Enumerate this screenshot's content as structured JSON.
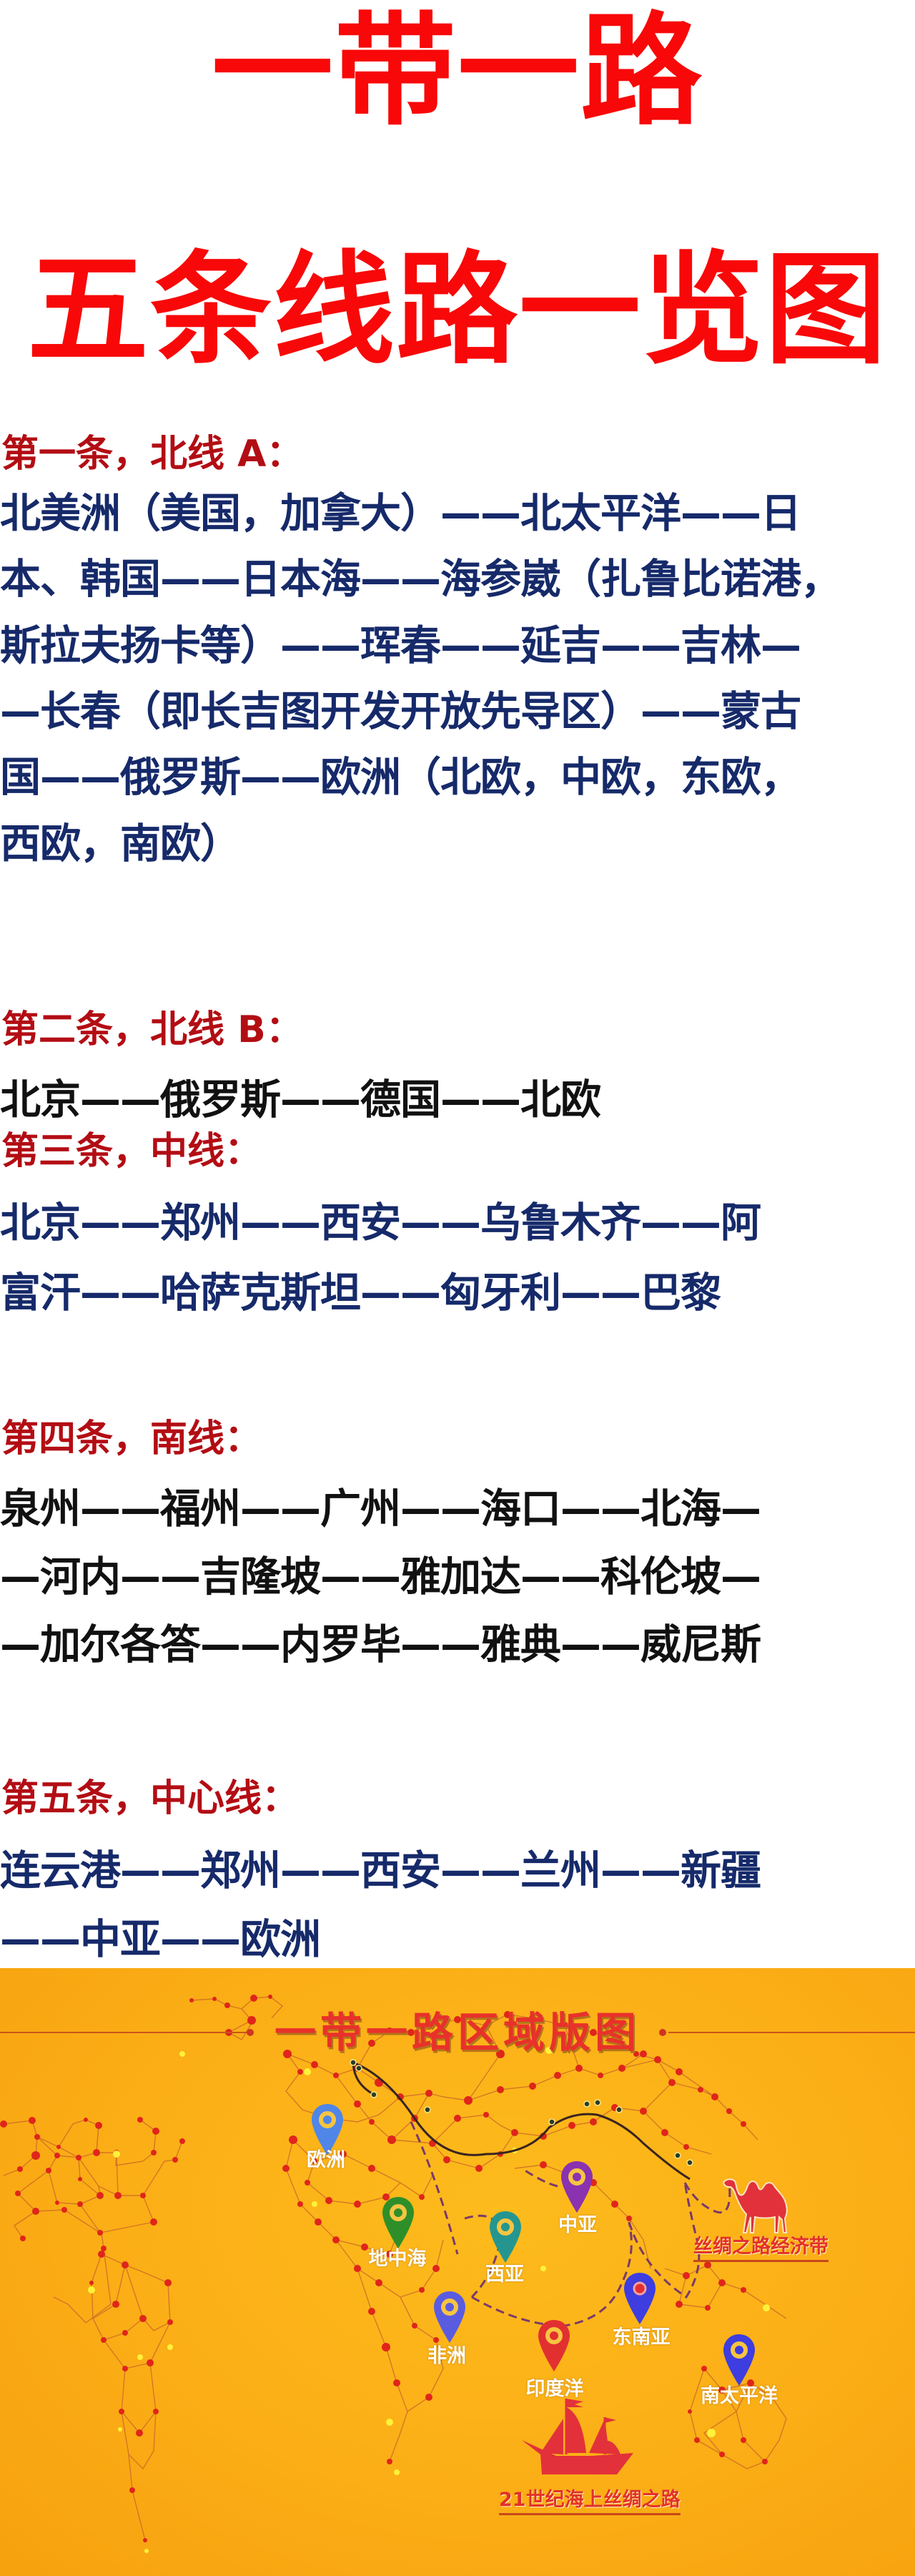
{
  "title": {
    "line1": "一带一路",
    "line2": "五条线路一览图"
  },
  "colors": {
    "title_red": "#f80808",
    "heading_red": "#b30d14",
    "body_blue": "#162a6a",
    "body_black": "#111111",
    "map_background": "#fbae16"
  },
  "routes": [
    {
      "heading": "第一条，北线 A：",
      "lines": [
        "北美洲（美国，加拿大）——北太平洋——日",
        "本、韩国——日本海——海参崴（扎鲁比诺港，",
        "斯拉夫扬卡等）——珲春——延吉——吉林—",
        "—长春（即长吉图开发开放先导区）——蒙古",
        "国——俄罗斯——欧洲（北欧，中欧，东欧，",
        "西欧，南欧）"
      ]
    },
    {
      "heading": "第二条，北线 B：",
      "lines": [
        "北京——俄罗斯——德国——北欧"
      ]
    },
    {
      "heading": "第三条，中线：",
      "lines": [
        "北京——郑州——西安——乌鲁木齐——阿",
        "富汗——哈萨克斯坦——匈牙利——巴黎"
      ]
    },
    {
      "heading": "第四条，南线：",
      "lines": [
        "泉州——福州——广州——海口——北海—",
        "—河内——吉隆坡——雅加达——科伦坡—",
        "—加尔各答——内罗毕——雅典——威尼斯"
      ]
    },
    {
      "heading": "第五条，中心线：",
      "lines": [
        "连云港——郑州——西安——兰州——新疆",
        "——中亚——欧洲"
      ]
    }
  ],
  "map": {
    "title": "一带一路区域版图",
    "pins": [
      {
        "label": "欧洲",
        "color": "#4f86e8",
        "icon": "location-pin-icon"
      },
      {
        "label": "地中海",
        "color": "#2e8f2a",
        "icon": "location-pin-icon"
      },
      {
        "label": "西亚",
        "color": "#25968f",
        "icon": "location-pin-icon"
      },
      {
        "label": "中亚",
        "color": "#8a32b0",
        "icon": "location-pin-icon"
      },
      {
        "label": "非洲",
        "color": "#5a5ce0",
        "icon": "location-pin-icon"
      },
      {
        "label": "印度洋",
        "color": "#e23030",
        "icon": "location-pin-icon"
      },
      {
        "label": "东南亚",
        "color": "#3d3de0",
        "icon": "location-pin-icon"
      },
      {
        "label": "南太平洋",
        "color": "#3d3de0",
        "icon": "location-pin-icon"
      }
    ],
    "land_route_label": "丝绸之路经济带",
    "sea_route_label": "21世纪海上丝绸之路",
    "land_route_icon": "camel-icon",
    "sea_route_icon": "sailing-ship-icon"
  }
}
